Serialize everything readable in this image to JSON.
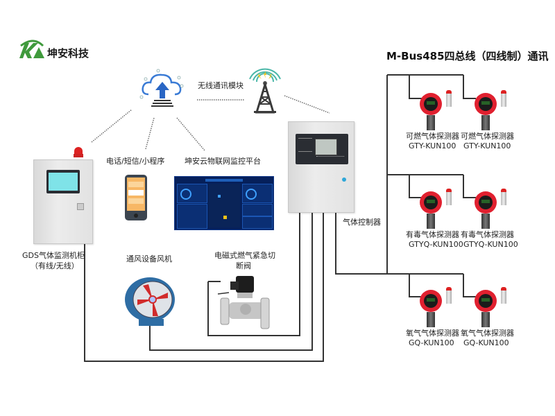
{
  "brand": {
    "logo_icon": "kunan-logo-icon",
    "name": "坤安科技",
    "colors": {
      "logo_green": "#3f9a3c"
    }
  },
  "bus_title": "M-Bus485四总线（四线制）通讯",
  "wireless_module": {
    "label": "无线通讯模块",
    "icon": "cell-tower-icon"
  },
  "cloud": {
    "icon": "cloud-upload-icon"
  },
  "phone": {
    "label": "电话/短信/小程序",
    "icon": "smartphone-icon"
  },
  "platform": {
    "label": "坤安云物联网监控平台",
    "icon": "dashboard-screen-icon"
  },
  "cabinet": {
    "label_line1": "GDS气体监测机柜",
    "label_line2": "（有线/无线）"
  },
  "controller": {
    "label": "气体控制器"
  },
  "fan": {
    "label": "通风设备风机",
    "icon": "axial-fan-icon"
  },
  "valve": {
    "label_line1": "电磁式燃气紧急切",
    "label_line2": "断阀",
    "icon": "solenoid-valve-icon"
  },
  "detectors": [
    {
      "name": "可燃气体探测器",
      "model": "GTY-KUN100"
    },
    {
      "name": "可燃气体探测器",
      "model": "GTY-KUN100"
    },
    {
      "name": "有毒气体探测器",
      "model": "GTYQ-KUN100"
    },
    {
      "name": "有毒气体探测器",
      "model": "GTYQ-KUN100"
    },
    {
      "name": "氧气气体探测器",
      "model": "GQ-KUN100"
    },
    {
      "name": "氧气气体探测器",
      "model": "GQ-KUN100"
    }
  ],
  "colors": {
    "wire": "#333333",
    "detector_red": "#e0202f",
    "tower_teal": "#4bb7a8",
    "cloud_blue": "#3a7bd5"
  }
}
